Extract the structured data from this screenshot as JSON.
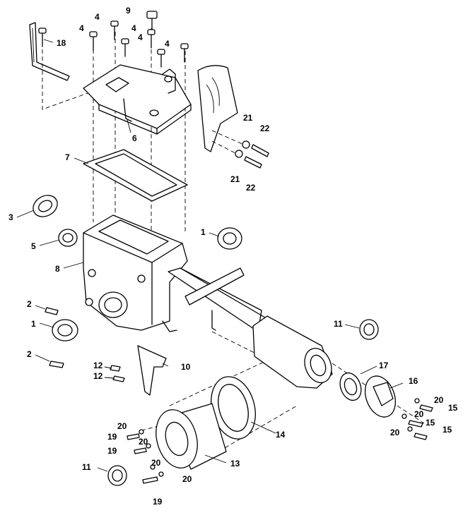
{
  "callouts": [
    "9",
    "4",
    "4",
    "4",
    "4",
    "4",
    "18",
    "6",
    "21",
    "22",
    "21",
    "22",
    "7",
    "3",
    "5",
    "1",
    "8",
    "2",
    "1",
    "2",
    "12",
    "12",
    "10",
    "11",
    "17",
    "16",
    "20",
    "15",
    "20",
    "15",
    "20",
    "15",
    "14",
    "20",
    "19",
    "20",
    "19",
    "20",
    "13",
    "11",
    "20",
    "19"
  ]
}
